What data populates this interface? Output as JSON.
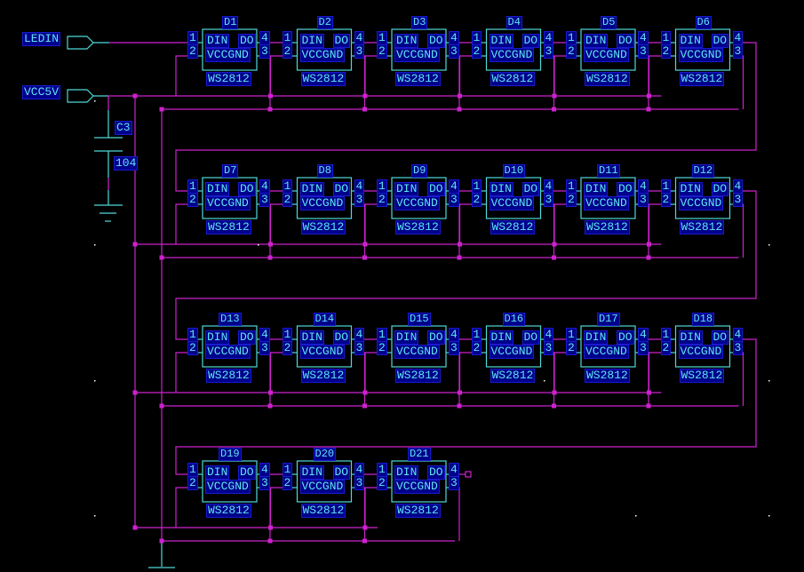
{
  "schematic": {
    "title": "WS2812 LED chain",
    "colors": {
      "background": "#000000",
      "wire": "#cc22cc",
      "symbol": "#50d8d8",
      "label_bg": "#00008b",
      "label_text": "#5fe6f0"
    },
    "ports": [
      {
        "name": "LEDIN"
      },
      {
        "name": "VCC5V"
      }
    ],
    "capacitor": {
      "ref": "C3",
      "value": "104"
    },
    "ground_symbols": [
      "GND",
      "GND"
    ],
    "pin_names": {
      "top_left": "DIN",
      "top_right": "DO",
      "bottom_left": "VCC",
      "bottom_right": "GND"
    },
    "pin_numbers": {
      "din": "1",
      "vcc": "2",
      "do": "4",
      "gnd": "3"
    },
    "components": [
      {
        "ref": "D1",
        "part": "WS2812"
      },
      {
        "ref": "D2",
        "part": "WS2812"
      },
      {
        "ref": "D3",
        "part": "WS2812"
      },
      {
        "ref": "D4",
        "part": "WS2812"
      },
      {
        "ref": "D5",
        "part": "WS2812"
      },
      {
        "ref": "D6",
        "part": "WS2812"
      },
      {
        "ref": "D7",
        "part": "WS2812"
      },
      {
        "ref": "D8",
        "part": "WS2812"
      },
      {
        "ref": "D9",
        "part": "WS2812"
      },
      {
        "ref": "D10",
        "part": "WS2812"
      },
      {
        "ref": "D11",
        "part": "WS2812"
      },
      {
        "ref": "D12",
        "part": "WS2812"
      },
      {
        "ref": "D13",
        "part": "WS2812"
      },
      {
        "ref": "D14",
        "part": "WS2812"
      },
      {
        "ref": "D15",
        "part": "WS2812"
      },
      {
        "ref": "D16",
        "part": "WS2812"
      },
      {
        "ref": "D17",
        "part": "WS2812"
      },
      {
        "ref": "D18",
        "part": "WS2812"
      },
      {
        "ref": "D19",
        "part": "WS2812"
      },
      {
        "ref": "D20",
        "part": "WS2812"
      },
      {
        "ref": "D21",
        "part": "WS2812"
      }
    ],
    "rows": [
      {
        "count": 6
      },
      {
        "count": 6
      },
      {
        "count": 6
      },
      {
        "count": 3
      }
    ],
    "output_terminal": "unconnected"
  }
}
